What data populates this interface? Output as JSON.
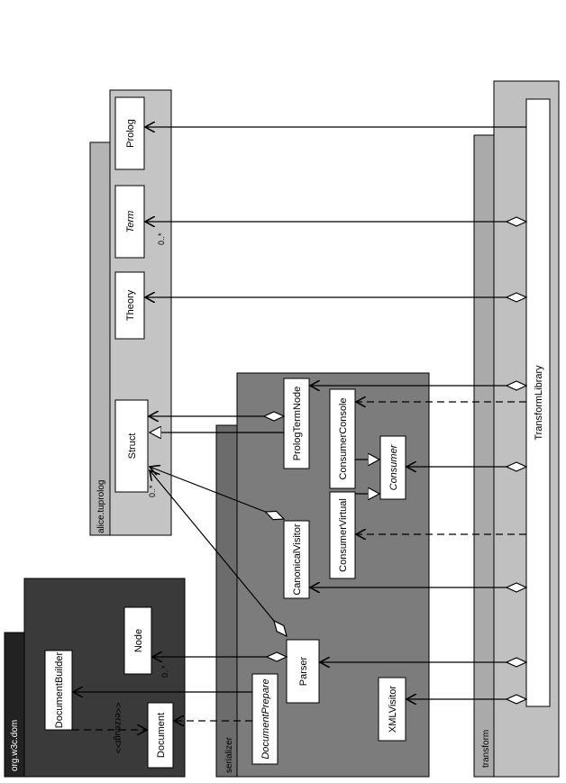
{
  "packages": {
    "dom": "org.w3c.dom",
    "prolog": "alice.tuprolog",
    "serializer": "serializer",
    "transform": "transform"
  },
  "classes": {
    "document_builder": "DocumentBuilder",
    "document": "Document",
    "node": "Node",
    "prolog": "Prolog",
    "term": "Term",
    "theory": "Theory",
    "struct": "Struct",
    "prolog_term_node": "PrologTermNode",
    "consumer_console": "ConsumerConsole",
    "consumer": "Consumer",
    "consumer_virtual": "ConsumerVirtual",
    "canonical_visitor": "CanonicalVisitor",
    "parser": "Parser",
    "document_prepare": "DocumentPrepare",
    "xml_visitor": "XMLVisitor",
    "transform_library": "TransformLibrary"
  },
  "labels": {
    "stereotype": "<<erzeugt>>",
    "mult_term": "0..*",
    "mult_struct": "0..*",
    "mult_node": "0..*"
  },
  "colors": {
    "dom_dark": "#222222",
    "dom_front": "#3a3a3a",
    "prolog_back": "#b4b4b4",
    "prolog_front": "#c4c4c4",
    "serializer_back": "#6c6c6c",
    "serializer_front": "#7c7c7c",
    "transform_back": "#aaaaaa",
    "transform_front": "#c0c0c0"
  }
}
